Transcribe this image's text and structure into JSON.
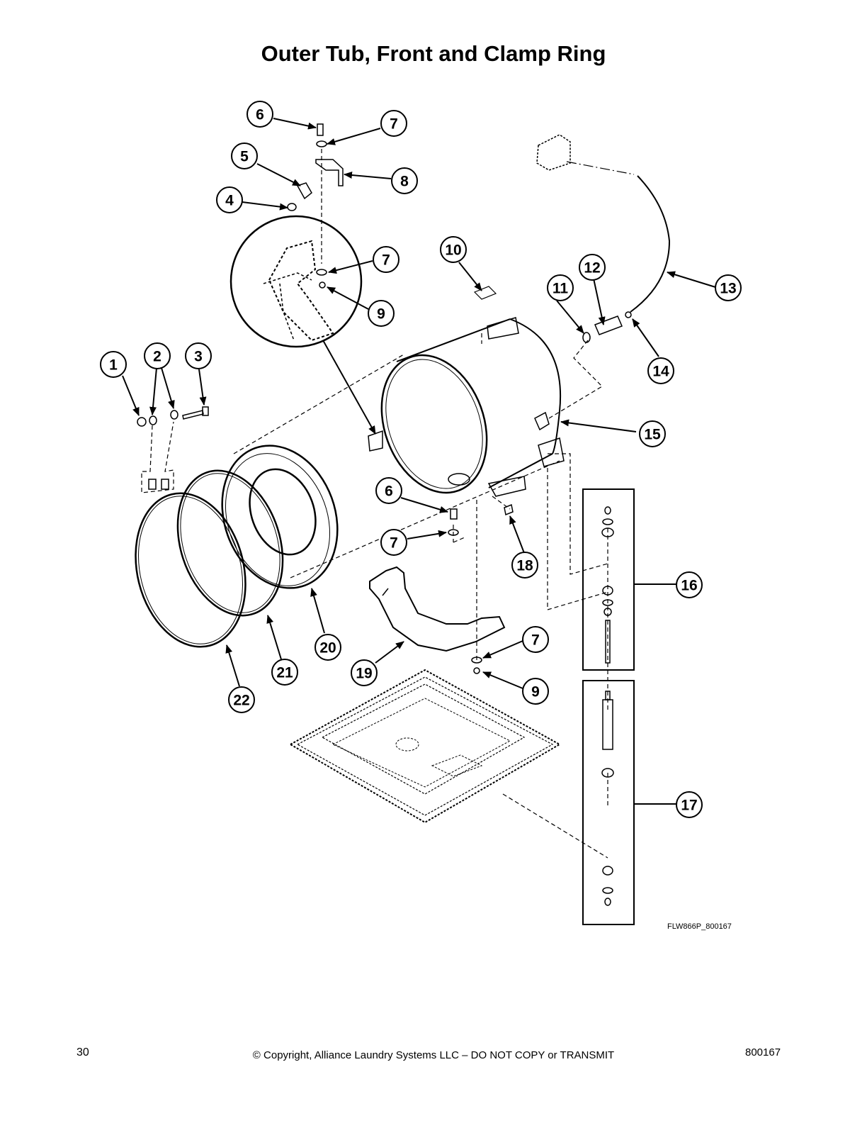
{
  "title": "Outer Tub, Front and Clamp Ring",
  "figure_id": "FLW866P_800167",
  "footer": {
    "page_number": "30",
    "copyright": "© Copyright, Alliance Laundry Systems LLC – DO NOT COPY or TRANSMIT",
    "document_number": "800167"
  },
  "callouts": {
    "c1": "1",
    "c2": "2",
    "c3": "3",
    "c4": "4",
    "c5": "5",
    "c6a": "6",
    "c6b": "6",
    "c7a": "7",
    "c7b": "7",
    "c7c": "7",
    "c7d": "7",
    "c8": "8",
    "c9a": "9",
    "c9b": "9",
    "c10": "10",
    "c11": "11",
    "c12": "12",
    "c13": "13",
    "c14": "14",
    "c15": "15",
    "c16": "16",
    "c17": "17",
    "c18": "18",
    "c19": "19",
    "c20": "20",
    "c21": "21",
    "c22": "22"
  }
}
